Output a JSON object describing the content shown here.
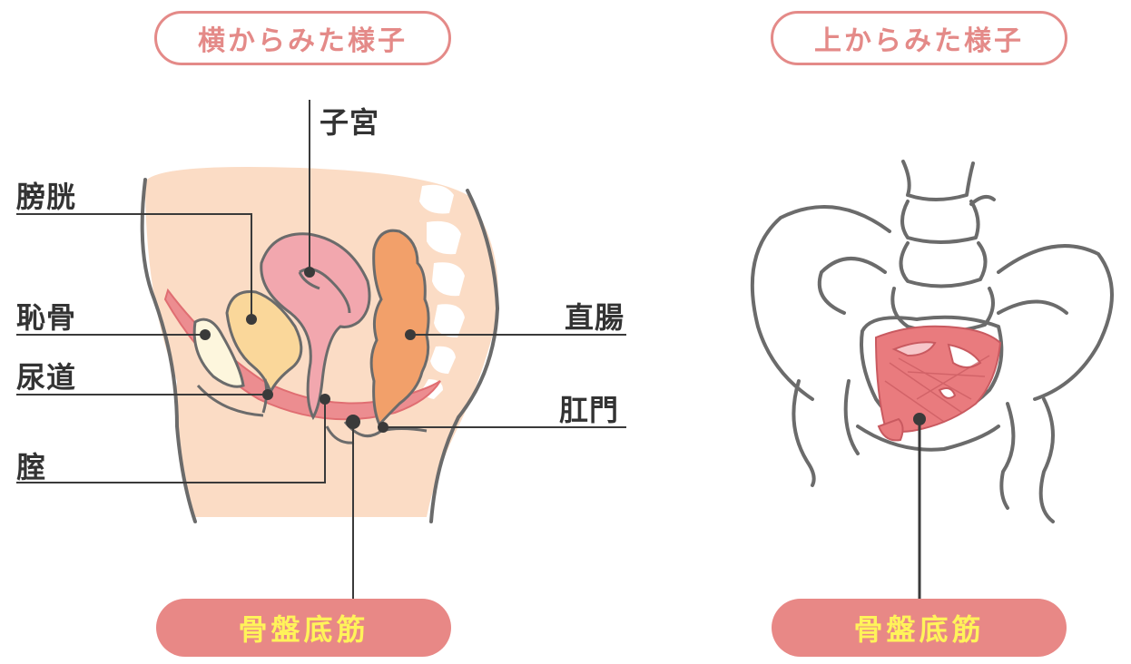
{
  "left_panel": {
    "title": "横からみた様子",
    "labels": {
      "uterus": "子宮",
      "bladder": "膀胱",
      "pubic_bone": "恥骨",
      "urethra": "尿道",
      "vagina": "腟",
      "rectum": "直腸",
      "anus": "肛門"
    },
    "badge": "骨盤底筋"
  },
  "right_panel": {
    "title": "上からみた様子",
    "badge": "骨盤底筋"
  },
  "colors": {
    "accent_pink": "#e88886",
    "badge_text": "#fff35a",
    "skin": "#fbdcc5",
    "uterus": "#f2a7ae",
    "bladder": "#fad79a",
    "rectum": "#f2a06a",
    "muscle": "#e97b7e",
    "bone": "#fdf6dd",
    "line": "#3a3a3a"
  }
}
